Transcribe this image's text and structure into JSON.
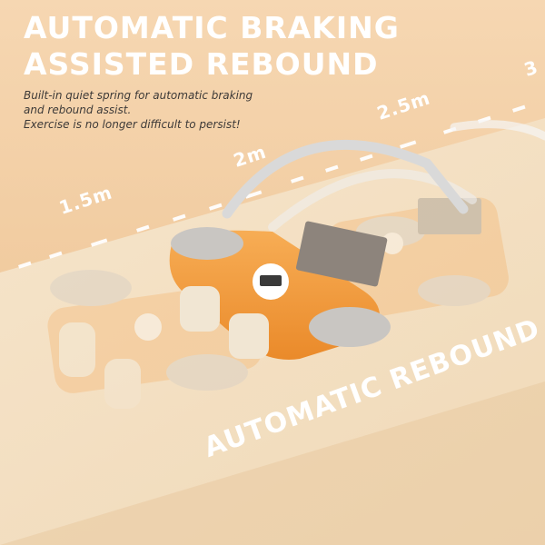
{
  "headline": {
    "line1": "AUTOMATIC BRAKING",
    "line2": "ASSISTED REBOUND"
  },
  "subtext": {
    "line1": "Built-in quiet spring for automatic braking",
    "line2": "and rebound assist.",
    "line3": "Exercise is no longer difficult to persist!"
  },
  "ruler": {
    "mark_1_5": "1.5m",
    "mark_2": "2m",
    "mark_2_5": "2.5m",
    "mark_3": "3"
  },
  "overlay": {
    "label": "AUTOMATIC REBOUND"
  },
  "colors": {
    "background": "#f3d1a8",
    "mat": "#f4e2c6",
    "device_orange": "#f29a3a",
    "pad_gray": "#c9c6c2",
    "headline": "#ffffff"
  }
}
